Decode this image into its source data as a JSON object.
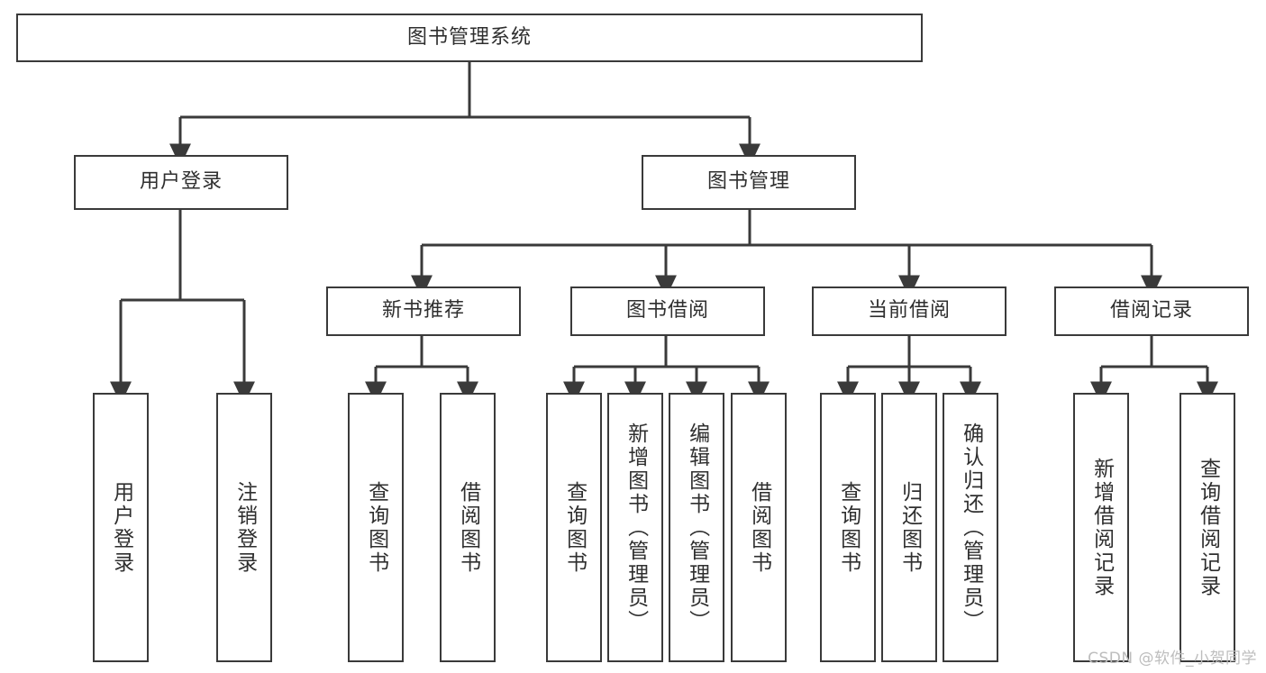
{
  "diagram": {
    "type": "tree-hierarchy",
    "title": "图书管理系统",
    "root": {
      "label": "图书管理系统"
    },
    "level1": [
      {
        "label": "用户登录"
      },
      {
        "label": "图书管理"
      }
    ],
    "level2": [
      {
        "label": "新书推荐"
      },
      {
        "label": "图书借阅"
      },
      {
        "label": "当前借阅"
      },
      {
        "label": "借阅记录"
      }
    ],
    "leaves": {
      "user_login": [
        {
          "label": "用户登录"
        },
        {
          "label": "注销登录"
        }
      ],
      "new_book_recommend": [
        {
          "label": "查询图书"
        },
        {
          "label": "借阅图书"
        }
      ],
      "book_borrow": [
        {
          "label": "查询图书"
        },
        {
          "label": "新增图书（管理员）"
        },
        {
          "label": "编辑图书（管理员）"
        },
        {
          "label": "借阅图书"
        }
      ],
      "current_borrow": [
        {
          "label": "查询图书"
        },
        {
          "label": "归还图书"
        },
        {
          "label": "确认归还（管理员）"
        }
      ],
      "borrow_record": [
        {
          "label": "新增借阅记录"
        },
        {
          "label": "查询借阅记录"
        }
      ]
    }
  },
  "watermark": {
    "text": "CSDN @软件_小贺同学"
  },
  "colors": {
    "stroke": "#3a3a3a",
    "box_fill": "#ffffff",
    "text": "#2f2f2f",
    "watermark": "#bdbdbd"
  }
}
